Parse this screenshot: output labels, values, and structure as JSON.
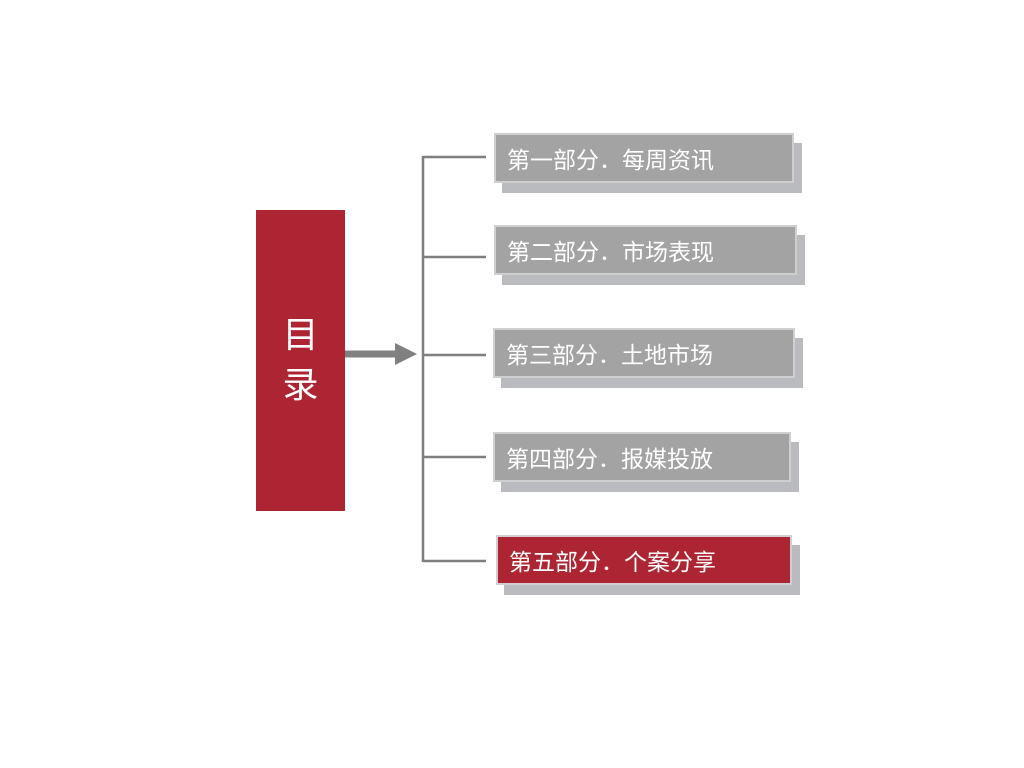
{
  "title": "目录",
  "colors": {
    "accent": "#ad2533",
    "box": "#a3a3a3",
    "box_border": "#cfcfcf",
    "shadow": "#b9bbbf",
    "line": "#7f7f7f",
    "arrow": "#808080"
  },
  "sections": [
    {
      "label": "第一部分．每周资讯",
      "active": false
    },
    {
      "label": "第二部分．市场表现",
      "active": false
    },
    {
      "label": "第三部分．土地市场",
      "active": false
    },
    {
      "label": "第四部分．报媒投放",
      "active": false
    },
    {
      "label": "第五部分．个案分享",
      "active": true
    }
  ]
}
